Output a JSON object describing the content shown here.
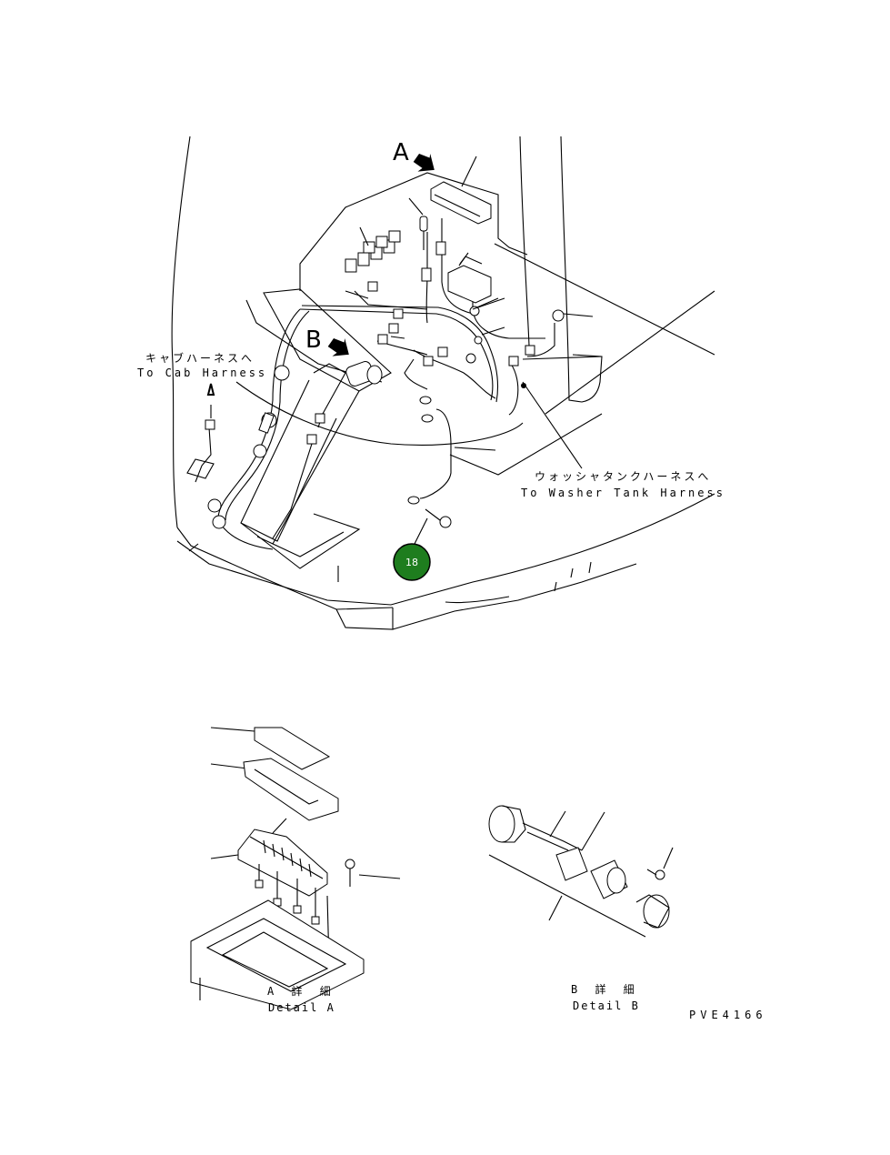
{
  "labels": {
    "view_a": "A",
    "view_b": "B",
    "cab_harness_jp": "キャブハーネスへ",
    "cab_harness_en": "To Cab Harness",
    "washer_harness_jp": "ウォッシャタンクハーネスへ",
    "washer_harness_en": "To Washer Tank Harness",
    "detail_a_jp": "A 詳 細",
    "detail_a_en": "Detail A",
    "detail_b_jp": "B 詳 細",
    "detail_b_en": "Detail B",
    "drawing_code": "PVE4166"
  },
  "callouts": [
    {
      "number": "18",
      "color": "#1e7d1e"
    }
  ]
}
